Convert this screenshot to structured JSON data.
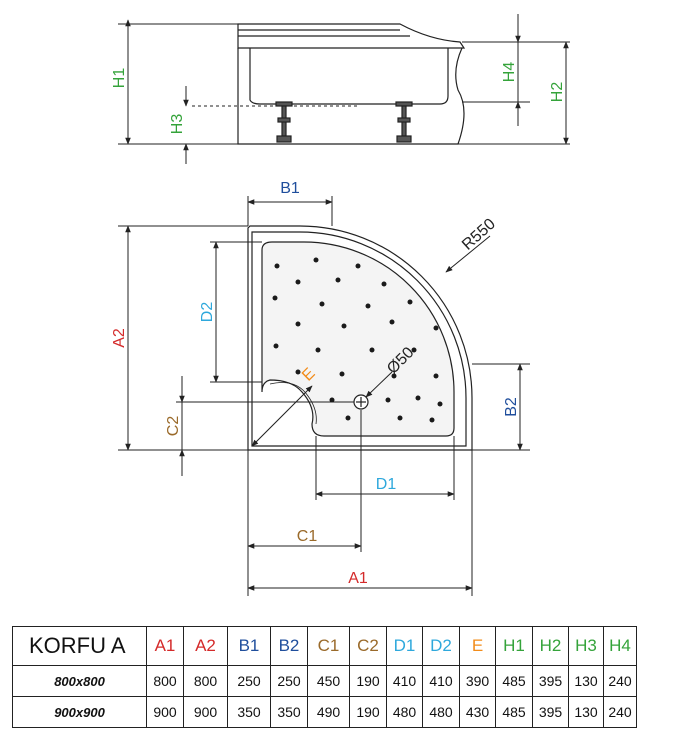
{
  "product": "KORFU A",
  "colors": {
    "A": "#d42a2a",
    "B": "#1f4e9c",
    "C": "#9a6a2a",
    "D": "#2ea8dc",
    "E": "#f28c1a",
    "H": "#34a33a",
    "line": "#222222"
  },
  "labels": {
    "H1": "H1",
    "H2": "H2",
    "H3": "H3",
    "H4": "H4",
    "B1": "B1",
    "B2": "B2",
    "A1": "A1",
    "A2": "A2",
    "C1": "C1",
    "C2": "C2",
    "D1": "D1",
    "D2": "D2",
    "E": "E",
    "R": "R550",
    "drain": "Ø50"
  },
  "table": {
    "columns": [
      "A1",
      "A2",
      "B1",
      "B2",
      "C1",
      "C2",
      "D1",
      "D2",
      "E",
      "H1",
      "H2",
      "H3",
      "H4"
    ],
    "column_groups": [
      "A",
      "A",
      "B",
      "B",
      "C",
      "C",
      "D",
      "D",
      "E",
      "H",
      "H",
      "H",
      "H"
    ],
    "rows": [
      {
        "size": "800x800",
        "values": [
          "800",
          "800",
          "250",
          "250",
          "450",
          "190",
          "410",
          "410",
          "390",
          "485",
          "395",
          "130",
          "240"
        ]
      },
      {
        "size": "900x900",
        "values": [
          "900",
          "900",
          "350",
          "350",
          "490",
          "190",
          "480",
          "480",
          "430",
          "485",
          "395",
          "130",
          "240"
        ]
      }
    ]
  }
}
